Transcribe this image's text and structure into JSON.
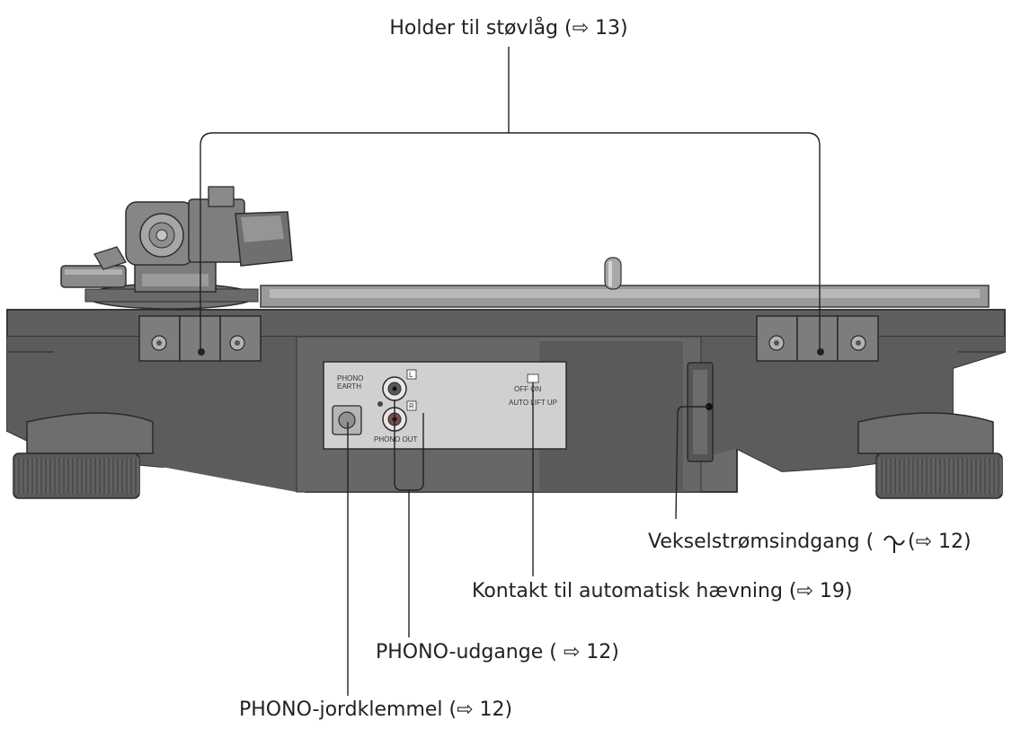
{
  "callouts": {
    "dust_cover_holder": "Holder til støvlåg (⇨ 13)",
    "ac_inlet_prefix": "Vekselstrømsindgang (",
    "ac_inlet_suffix": " (⇨ 12)",
    "auto_lift_switch": "Kontakt til automatisk hævning (⇨ 19)",
    "phono_outputs": "PHONO-udgange ( ⇨ 12)",
    "phono_earth_terminal": "PHONO-jordklemmel (⇨ 12)"
  },
  "panel": {
    "phono_earth_line1": "PHONO",
    "phono_earth_line2": "EARTH",
    "channel_l": "L",
    "channel_r": "R",
    "phono_out": "PHONO OUT",
    "switch_off_on": "OFF    ON",
    "auto_lift_up": "AUTO LIFT UP"
  },
  "icons": {
    "ac_symbol": "ac-tilde-icon",
    "reference_arrow": "reference-arrow-icon"
  },
  "colors": {
    "body_dark": "#5a5a5a",
    "body_mid": "#777777",
    "panel_light": "#cfcfcf",
    "line": "#222222"
  }
}
